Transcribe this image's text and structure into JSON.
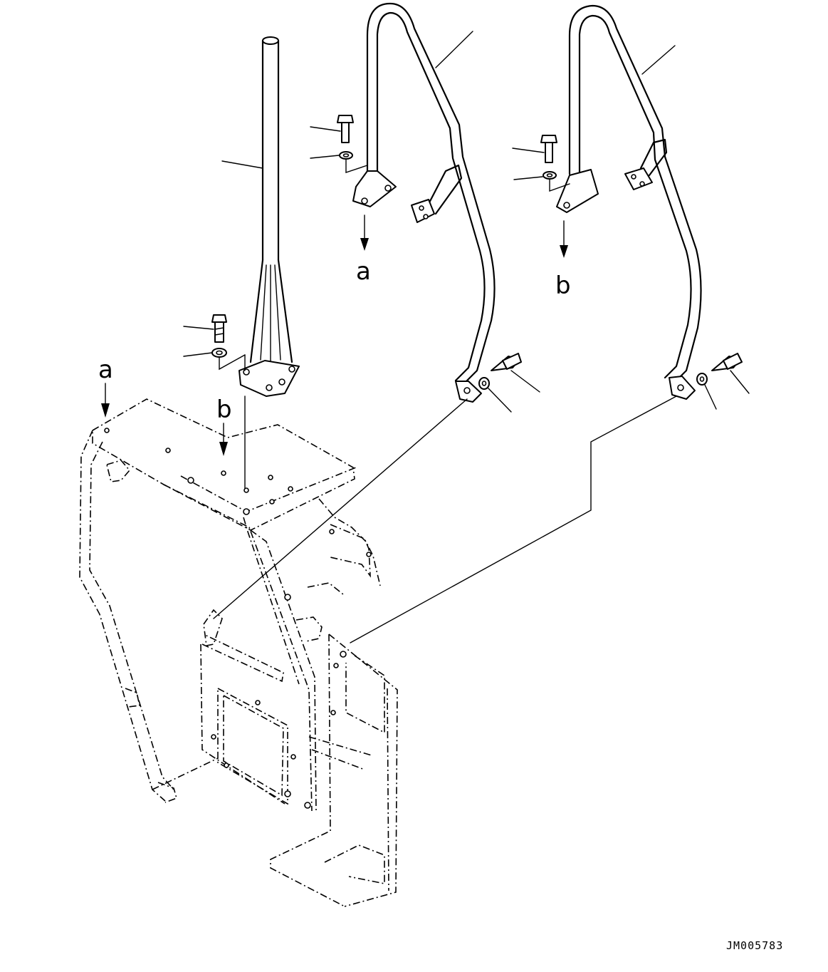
{
  "labels": {
    "ref_a_top": "a",
    "ref_b_top": "b",
    "ref_a_frame": "a",
    "ref_b_frame": "b"
  },
  "drawing_code": "JM005783"
}
